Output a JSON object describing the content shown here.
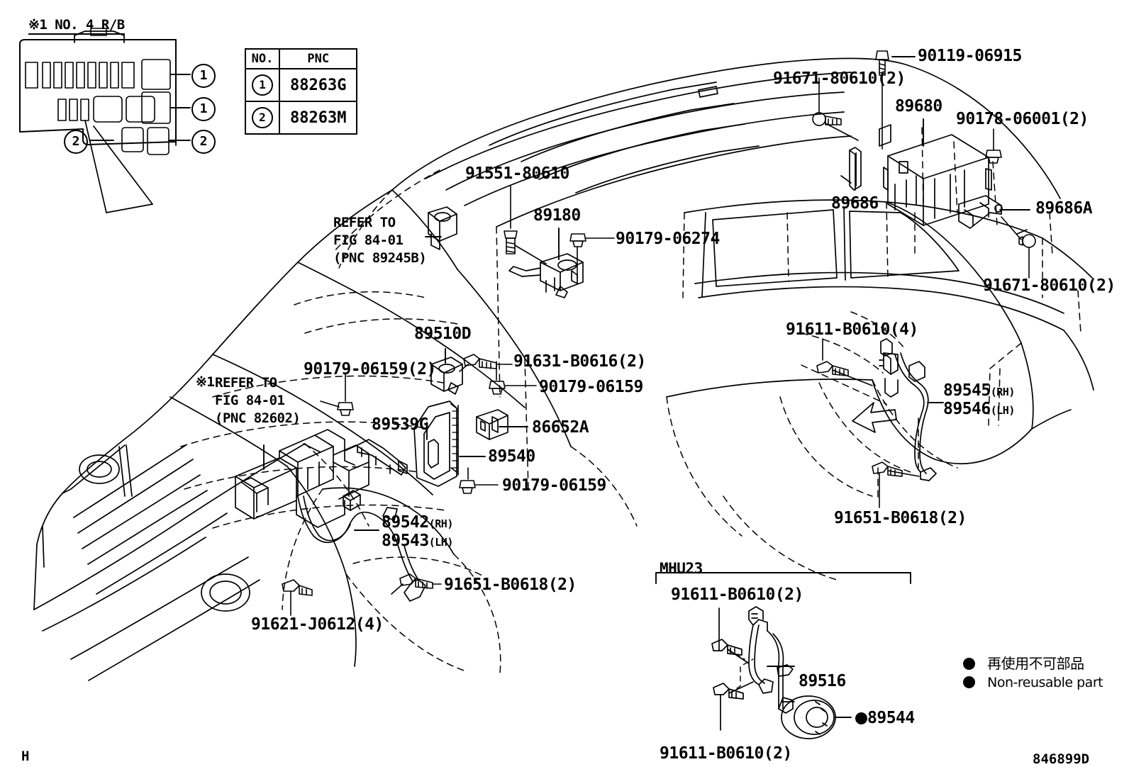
{
  "diagram": {
    "figure_id": "846899D",
    "sheet_mark": "H",
    "title_note": "※1 NO. 4 R/B"
  },
  "pnc_table": {
    "headers": [
      "NO.",
      "PNC"
    ],
    "rows": [
      {
        "no": "1",
        "pnc": "88263G"
      },
      {
        "no": "2",
        "pnc": "88263M"
      }
    ]
  },
  "legend": {
    "japanese": "再使用不可部品",
    "english": "Non-reusable part"
  },
  "inset": {
    "code": "MHU23",
    "labels": [
      {
        "text": "91611-B0610(2)"
      },
      {
        "text": "89516"
      },
      {
        "text": "91611-B0610(2)"
      },
      {
        "text": "89544",
        "non_reusable": true
      }
    ]
  },
  "refer_notes": [
    {
      "line1": "REFER TO",
      "line2": "FIG 84-01",
      "line3": "(PNC 89245B)",
      "prefix": ""
    },
    {
      "line1": "REFER TO",
      "line2": "FIG 84-01",
      "line3": "(PNC 82602)",
      "prefix": "※1"
    }
  ],
  "callouts": [
    {
      "id": "c-90119-06915",
      "text": "90119-06915"
    },
    {
      "id": "c-91671-80610-a",
      "text": "91671-80610(2)"
    },
    {
      "id": "c-89680",
      "text": "89680"
    },
    {
      "id": "c-90178-06001",
      "text": "90178-06001(2)"
    },
    {
      "id": "c-89686",
      "text": "89686"
    },
    {
      "id": "c-89686a",
      "text": "89686A"
    },
    {
      "id": "c-91671-80610-b",
      "text": "91671-80610(2)"
    },
    {
      "id": "c-91551-80610",
      "text": "91551-80610"
    },
    {
      "id": "c-89180",
      "text": "89180"
    },
    {
      "id": "c-90179-06274",
      "text": "90179-06274"
    },
    {
      "id": "c-89510d",
      "text": "89510D"
    },
    {
      "id": "c-91631-b0616",
      "text": "91631-B0616(2)"
    },
    {
      "id": "c-90179-06159-b",
      "text": "90179-06159"
    },
    {
      "id": "c-90179-06159-a",
      "text": "90179-06159(2)"
    },
    {
      "id": "c-89539g",
      "text": "89539G"
    },
    {
      "id": "c-86652a",
      "text": "86652A"
    },
    {
      "id": "c-89540",
      "text": "89540"
    },
    {
      "id": "c-90179-06159-c",
      "text": "90179-06159"
    },
    {
      "id": "c-89542",
      "text": "89542",
      "suffix": "(RH)"
    },
    {
      "id": "c-89543",
      "text": "89543",
      "suffix": "(LH)"
    },
    {
      "id": "c-91651-b0618-a",
      "text": "91651-B0618(2)"
    },
    {
      "id": "c-91621-j0612",
      "text": "91621-J0612(4)"
    },
    {
      "id": "c-91611-b0610-4",
      "text": "91611-B0610(4)"
    },
    {
      "id": "c-89545",
      "text": "89545",
      "suffix": "(RH)"
    },
    {
      "id": "c-89546",
      "text": "89546",
      "suffix": "(LH)"
    },
    {
      "id": "c-91651-b0618-b",
      "text": "91651-B0618(2)"
    }
  ]
}
